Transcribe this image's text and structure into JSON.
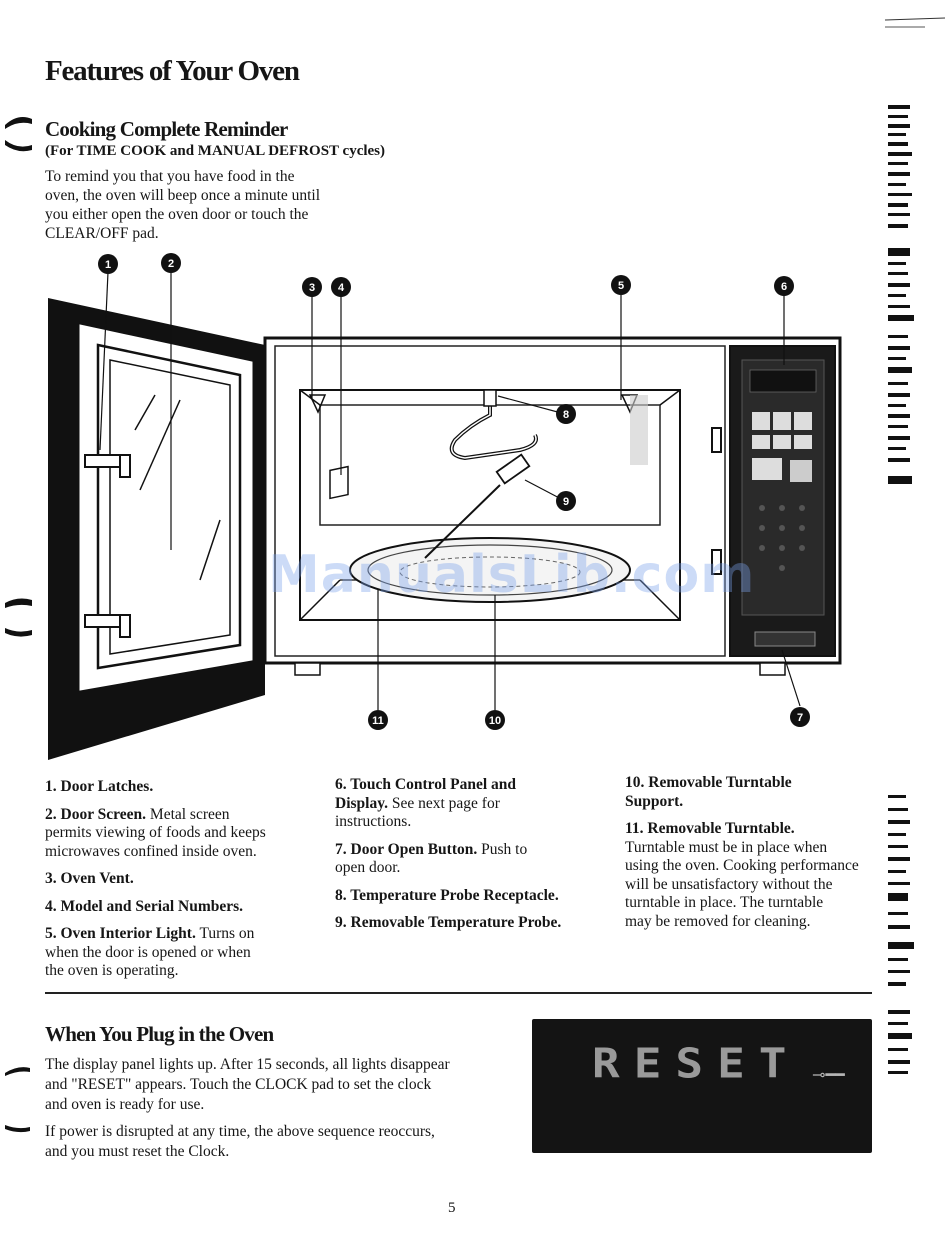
{
  "page": {
    "title": "Features of Your Oven",
    "number": "5"
  },
  "cooking_complete": {
    "heading": "Cooking Complete Reminder",
    "subheading": "(For TIME COOK and MANUAL DEFROST cycles)",
    "lines": [
      "To remind you that you have food in the",
      "oven, the oven will beep once a minute until",
      "you either open the oven door or touch the",
      "CLEAR/OFF pad."
    ]
  },
  "diagram": {
    "callouts": [
      "1",
      "2",
      "3",
      "4",
      "5",
      "6",
      "7",
      "8",
      "9",
      "10",
      "11"
    ],
    "watermark": "ManualsLib.com"
  },
  "features": {
    "col1": [
      {
        "label": "1. Door Latches.",
        "text": []
      },
      {
        "label": "2. Door Screen.",
        "text": [
          " Metal screen",
          "permits viewing of foods and keeps",
          "microwaves confined inside oven."
        ]
      },
      {
        "label": "3. Oven Vent.",
        "text": []
      },
      {
        "label": "4. Model and Serial Numbers.",
        "text": []
      },
      {
        "label": "5. Oven Interior Light.",
        "text": [
          " Turns on",
          "when the door is opened or when",
          "the oven is operating."
        ]
      }
    ],
    "col2": [
      {
        "label": "6. Touch Control Panel and",
        "label2": "Display.",
        "text": [
          " See next page for",
          "instructions."
        ]
      },
      {
        "label": "7. Door Open Button.",
        "text": [
          " Push to",
          "open door."
        ]
      },
      {
        "label": "8. Temperature Probe Receptacle.",
        "text": []
      },
      {
        "label": "9. Removable Temperature Probe.",
        "text": []
      }
    ],
    "col3": [
      {
        "label": "10. Removable Turntable",
        "label2": "Support.",
        "text": []
      },
      {
        "label": "11. Removable Turntable.",
        "text": [
          "Turntable must be in place when",
          "using the oven. Cooking performance",
          "will be unsatisfactory without the",
          "turntable in place. The turntable",
          "may be removed for cleaning."
        ]
      }
    ]
  },
  "plug_in": {
    "heading": "When You Plug in the Oven",
    "para1": [
      "The display panel lights up. After 15 seconds, all lights disappear",
      "and \"RESET\" appears. Touch the CLOCK pad to set the clock",
      "and oven is ready for use."
    ],
    "para2": [
      "If power is disrupted at any time, the above sequence reoccurs,",
      "and you must reset the Clock."
    ],
    "display_text": "RESET"
  }
}
